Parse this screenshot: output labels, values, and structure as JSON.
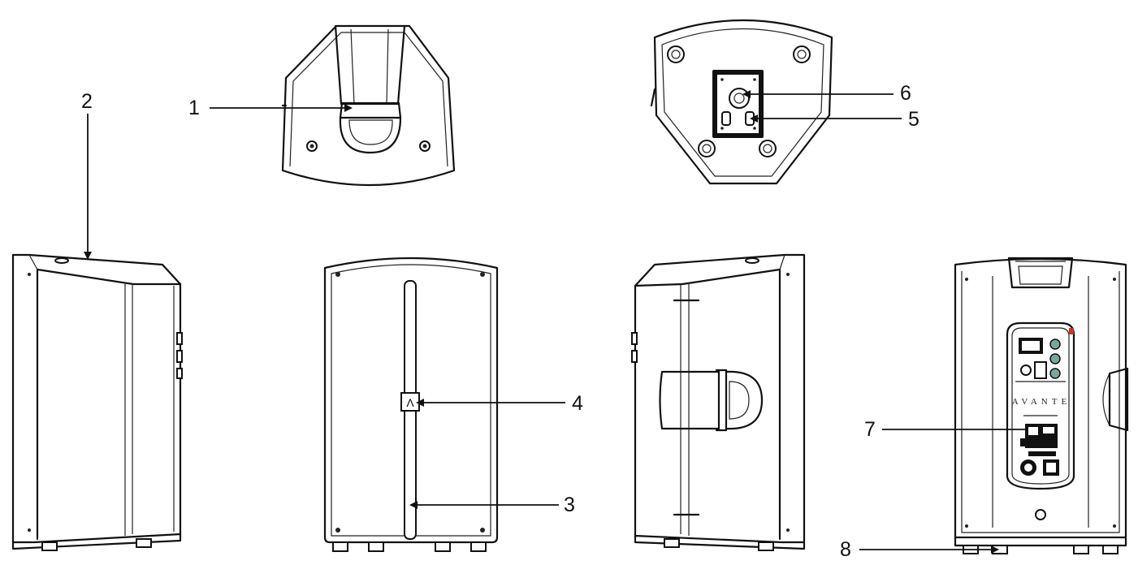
{
  "diagram": {
    "views": [
      {
        "name": "top-view"
      },
      {
        "name": "bottom-view"
      },
      {
        "name": "side-view-left"
      },
      {
        "name": "front-view"
      },
      {
        "name": "side-view-right"
      },
      {
        "name": "rear-view"
      }
    ],
    "callouts": [
      {
        "id": "1",
        "label": "1"
      },
      {
        "id": "2",
        "label": "2"
      },
      {
        "id": "3",
        "label": "3"
      },
      {
        "id": "4",
        "label": "4"
      },
      {
        "id": "5",
        "label": "5"
      },
      {
        "id": "6",
        "label": "6"
      },
      {
        "id": "7",
        "label": "7"
      },
      {
        "id": "8",
        "label": "8"
      }
    ],
    "front_logo_glyph": "Λ",
    "rear_brand": "AVANTE",
    "colors": {
      "line": "#111111",
      "background": "#ffffff",
      "panel_knobs": "#7aa6a0",
      "panel_accent": "#c0392b"
    }
  }
}
